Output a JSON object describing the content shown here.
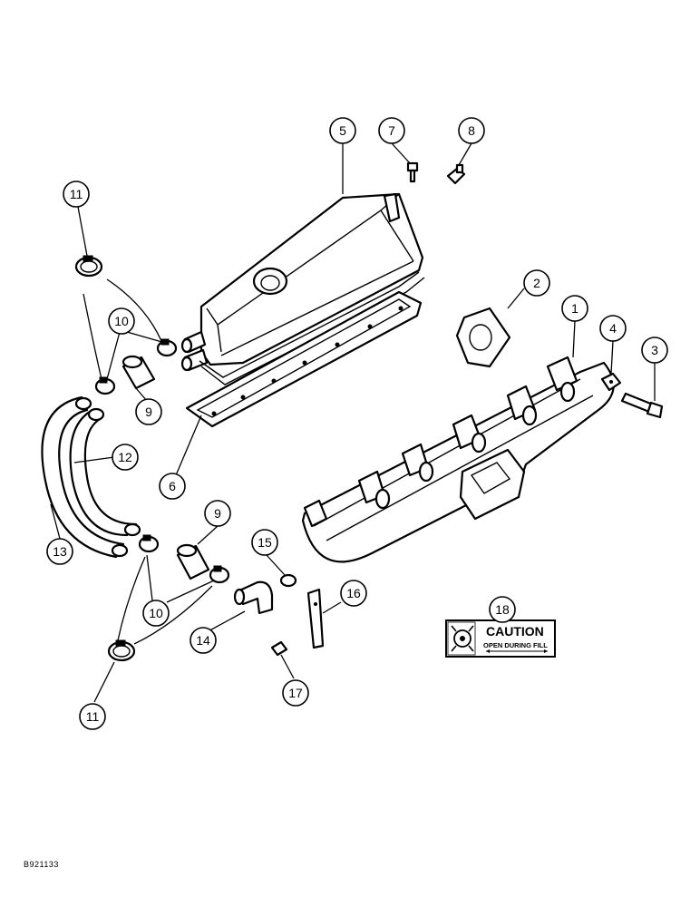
{
  "drawing_id": "B921133",
  "callouts": [
    {
      "id": "c1",
      "label": "1"
    },
    {
      "id": "c2",
      "label": "2"
    },
    {
      "id": "c3",
      "label": "3"
    },
    {
      "id": "c4",
      "label": "4"
    },
    {
      "id": "c5",
      "label": "5"
    },
    {
      "id": "c6",
      "label": "6"
    },
    {
      "id": "c7",
      "label": "7"
    },
    {
      "id": "c8",
      "label": "8"
    },
    {
      "id": "c9a",
      "label": "9"
    },
    {
      "id": "c9b",
      "label": "9"
    },
    {
      "id": "c10a",
      "label": "10"
    },
    {
      "id": "c10b",
      "label": "10"
    },
    {
      "id": "c11a",
      "label": "11"
    },
    {
      "id": "c11b",
      "label": "11"
    },
    {
      "id": "c12",
      "label": "12"
    },
    {
      "id": "c13",
      "label": "13"
    },
    {
      "id": "c14",
      "label": "14"
    },
    {
      "id": "c15",
      "label": "15"
    },
    {
      "id": "c16",
      "label": "16"
    },
    {
      "id": "c17",
      "label": "17"
    },
    {
      "id": "c18",
      "label": "18"
    }
  ],
  "decal": {
    "title": "CAUTION",
    "subtitle": "OPEN DURING FILL"
  }
}
